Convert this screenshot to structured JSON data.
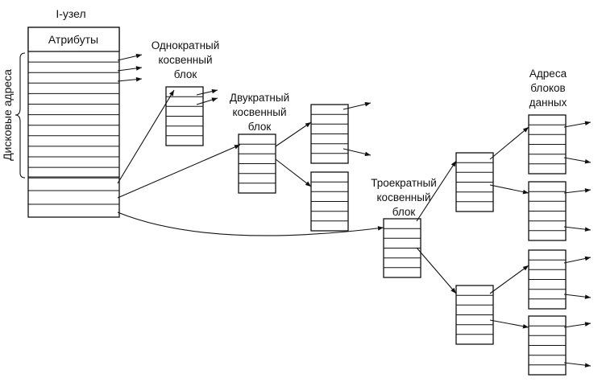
{
  "labels": {
    "inode": "I-узел",
    "attributes": "Атрибуты",
    "disk_addresses": "Дисковые адреса",
    "single_indirect": [
      "Однократный",
      "косвенный",
      "блок"
    ],
    "double_indirect": [
      "Двукратный",
      "косвенный",
      "блок"
    ],
    "triple_indirect": [
      "Троекратный",
      "косвенный",
      "блок"
    ],
    "data_block_addresses": [
      "Адреса",
      "блоков",
      "данных"
    ]
  },
  "colors": {
    "ink": "#111111",
    "background": "#ffffff"
  }
}
